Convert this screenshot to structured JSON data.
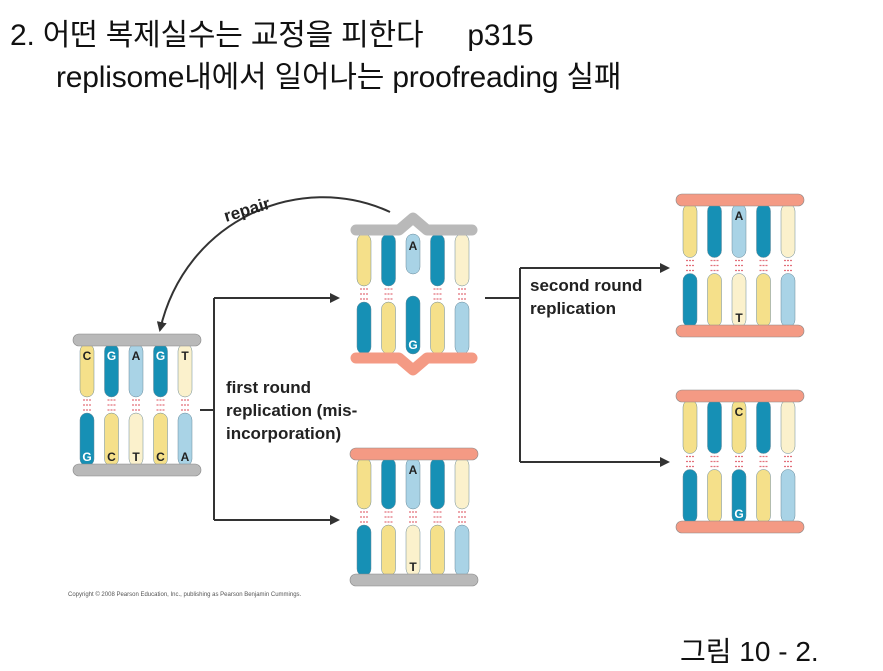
{
  "header": {
    "line1": "2. 어떤 복제실수는 교정을 피한다",
    "page_ref": "p315",
    "line2": "replisome내에서 일어나는 proofreading 실패"
  },
  "caption": "그림 10 - 2.",
  "copyright": "Copyright © 2008 Pearson Education, Inc., publishing as Pearson Benjamin Cummings.",
  "labels": {
    "repair": "repair",
    "first_round": [
      "first round",
      "replication (mis-",
      "incorporation)"
    ],
    "second_round": [
      "second round",
      "replication"
    ]
  },
  "colors": {
    "yellow": "#f5e08a",
    "teal": "#1690b5",
    "lightblue": "#a9d3e6",
    "cream": "#fbf1cc",
    "salmon": "#f49a84",
    "gray": "#b9b9b9",
    "hbond": "#e2707b",
    "arrow": "#333333"
  },
  "diagram": {
    "original": {
      "top_strand": [
        "C",
        "G",
        "A",
        "G",
        "T"
      ],
      "bottom_strand": [
        "G",
        "C",
        "T",
        "C",
        "A"
      ]
    },
    "mismatch": {
      "top_strand": [
        "",
        "",
        "A",
        "",
        ""
      ],
      "bottom_strand": [
        "",
        "",
        "G",
        "",
        ""
      ]
    },
    "correct_daughter": {
      "top_strand": [
        "",
        "",
        "A",
        "",
        ""
      ],
      "bottom_strand": [
        "",
        "",
        "T",
        "",
        ""
      ]
    },
    "mutant_t_copy": {
      "top_strand": [
        "",
        "",
        "A",
        "",
        ""
      ],
      "bottom_strand": [
        "",
        "",
        "T",
        "",
        ""
      ]
    },
    "mutant_g_copy": {
      "top_strand": [
        "",
        "",
        "C",
        "",
        ""
      ],
      "bottom_strand": [
        "",
        "",
        "G",
        "",
        ""
      ]
    }
  }
}
